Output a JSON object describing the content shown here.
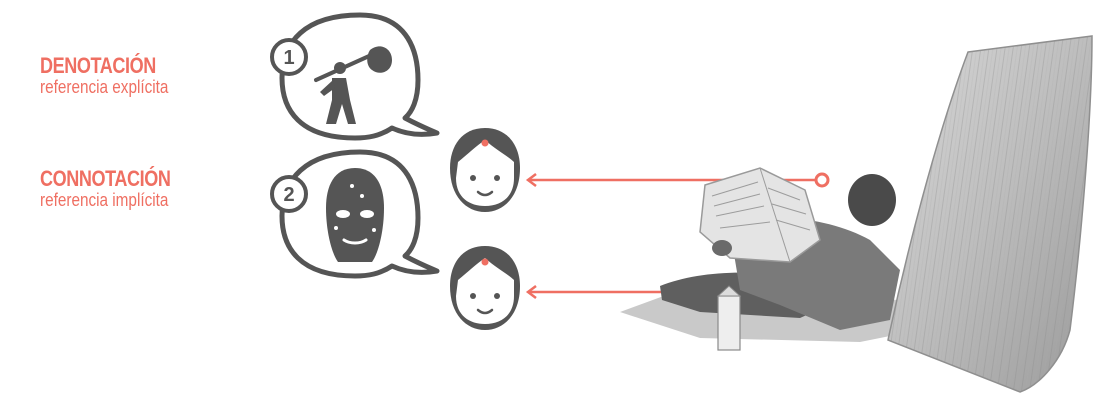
{
  "denotation": {
    "title": "DENOTACIÓN",
    "subtitle": "referencia explícita",
    "number": "1",
    "icon": "traveler-with-bundle-icon"
  },
  "connotation": {
    "title": "CONNOTACIÓN",
    "subtitle": "referencia implícita",
    "number": "2",
    "icon": "balaclava-mask-icon"
  },
  "viewers": [
    "face-icon",
    "face-icon"
  ],
  "photo": "man-reading-newspaper-beside-wooden-board",
  "colors": {
    "accent": "#ef6f62",
    "icon_gray": "#555555",
    "bubble_stroke": "#555555"
  }
}
